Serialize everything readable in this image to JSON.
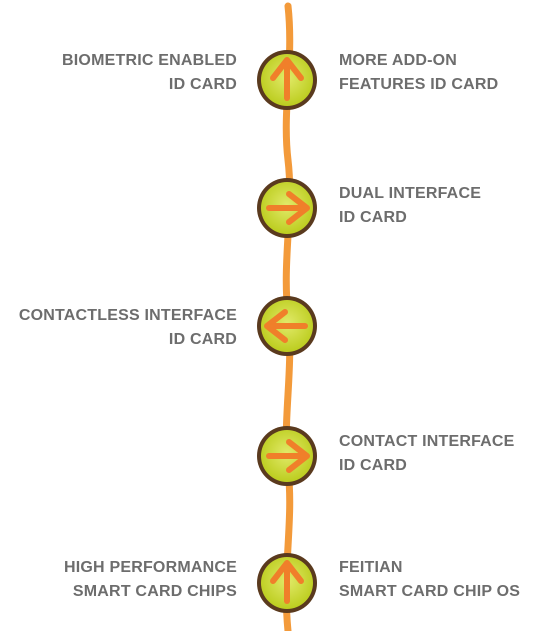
{
  "colors": {
    "line": "#f39a3a",
    "node_ring": "#5a3a1e",
    "node_fill_outer": "#bccd1f",
    "node_fill_inner": "#e2ea6a",
    "arrow": "#f07f2a",
    "text": "#6d6d6d"
  },
  "milestones": [
    {
      "id": "feitian-os",
      "direction": "up",
      "left": [
        "HIGH PERFORMANCE",
        "SMART CARD CHIPS"
      ],
      "right": [
        "FEITIAN",
        "SMART CARD CHIP OS"
      ]
    },
    {
      "id": "contact",
      "direction": "right",
      "left": [],
      "right": [
        "CONTACT INTERFACE",
        "ID CARD"
      ]
    },
    {
      "id": "contactless",
      "direction": "left",
      "left": [
        "CONTACTLESS INTERFACE",
        "ID CARD"
      ],
      "right": []
    },
    {
      "id": "dual",
      "direction": "right",
      "left": [],
      "right": [
        "DUAL INTERFACE",
        "ID CARD"
      ]
    },
    {
      "id": "biometric",
      "direction": "up",
      "left": [
        "BIOMETRIC ENABLED",
        "ID CARD"
      ],
      "right": [
        "MORE ADD-ON",
        "FEATURES ID CARD"
      ]
    }
  ]
}
